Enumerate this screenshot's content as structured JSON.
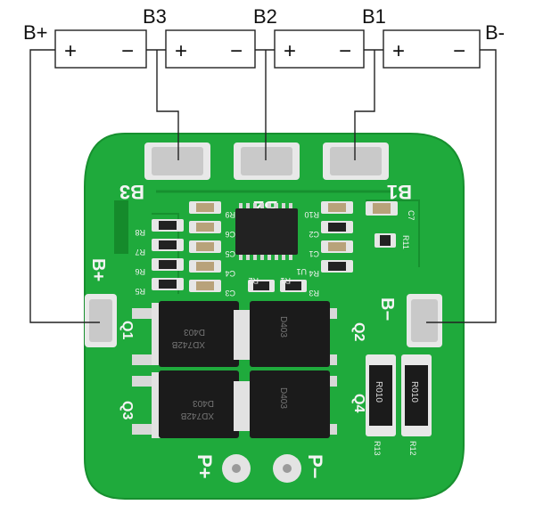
{
  "wiring_labels": {
    "b_plus": "B+",
    "b3": "B3",
    "b2": "B2",
    "b1": "B1",
    "b_minus": "B-"
  },
  "cells": [
    {
      "plus": "+",
      "minus": "−"
    },
    {
      "plus": "+",
      "minus": "−"
    },
    {
      "plus": "+",
      "minus": "−"
    },
    {
      "plus": "+",
      "minus": "−"
    }
  ],
  "board_silkscreen": {
    "pad_b3": "B3",
    "pad_b2": "B2",
    "pad_b1": "B1",
    "pad_b_plus": "B+",
    "pad_b_minus": "B−",
    "out_p_plus": "P+",
    "out_p_minus": "P−",
    "q1": "Q1",
    "q2": "Q2",
    "q3": "Q3",
    "q4": "Q4",
    "r12": "R12",
    "r13": "R13",
    "r11": "R11",
    "c7": "C7",
    "u1": "U1",
    "r2": "R2",
    "r1": "R1",
    "r3": "R3",
    "r4": "R4",
    "r5": "R5",
    "r6": "R6",
    "r7": "R7",
    "r8": "R8",
    "r9": "R9",
    "r10": "R10",
    "c1": "C1",
    "c2": "C2",
    "c3": "C3",
    "c4": "C4",
    "c5": "C5",
    "c6": "C6",
    "mosfet_marking": "D403",
    "mosfet_lot": "XD742B",
    "shunt_marking": "R010"
  },
  "colors": {
    "pcb_green": "#1faa3c",
    "pcb_dark": "#17902f",
    "pad_silver": "#c9c9c9",
    "wire": "#222222"
  }
}
